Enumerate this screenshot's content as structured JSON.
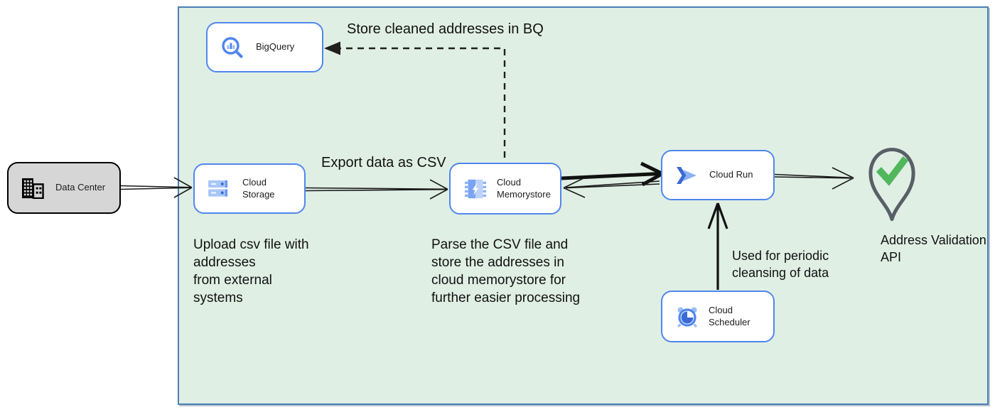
{
  "colors": {
    "canvas_bg": "#ffffff",
    "boundary_fill": "#e0efe4",
    "boundary_border": "#4a7fb5",
    "node_fill": "#ffffff",
    "node_border": "#4f87ee",
    "datacenter_fill": "#d6d6d6",
    "datacenter_border": "#000000",
    "icon_blue": "#4e86ee",
    "icon_blue_light": "#a9c6f8",
    "icon_blue_dark": "#3b6ad4",
    "pin_gray": "#595f66",
    "check_green": "#51b75d",
    "edge_black": "#1a1a1a",
    "text_color": "#111111"
  },
  "nodes": {
    "datacenter": {
      "label": "Data Center",
      "icon": "building-icon"
    },
    "bigquery": {
      "label": "BigQuery",
      "icon": "bigquery-icon"
    },
    "storage": {
      "label": "Cloud Storage",
      "icon": "cloud-storage-icon"
    },
    "memorystore": {
      "label": "Cloud\nMemorystore",
      "icon": "memorystore-icon"
    },
    "run": {
      "label": "Cloud Run",
      "icon": "cloud-run-icon"
    },
    "scheduler": {
      "label": "Cloud Scheduler",
      "icon": "cloud-scheduler-icon"
    },
    "address_api": {
      "label": "Address Validation\nAPI",
      "icon": "map-pin-check-icon"
    }
  },
  "annotations": {
    "store_bq": "Store cleaned addresses in BQ",
    "export_csv": "Export data as CSV",
    "upload_note": "Upload csv file with\naddresses\nfrom external\nsystems",
    "parse_note": "Parse the CSV file and\nstore the addresses in\ncloud  memorystore for\nfurther easier processing",
    "scheduler_note": "Used for periodic\ncleansing of data"
  }
}
